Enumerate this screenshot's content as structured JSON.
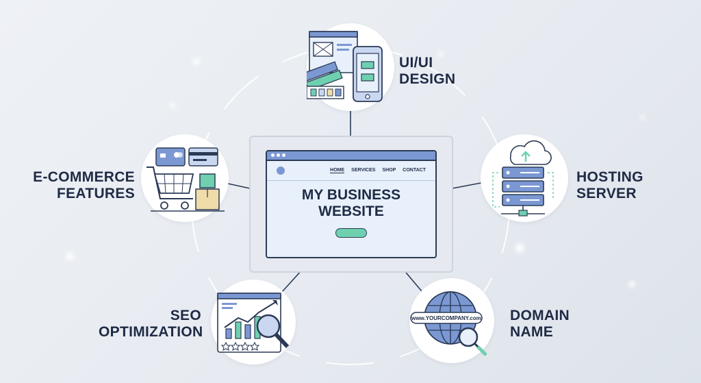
{
  "center": {
    "title_line1": "MY BUSINESS",
    "title_line2": "WEBSITE",
    "nav": [
      "HOME",
      "SERVICES",
      "SHOP",
      "CONTACT"
    ]
  },
  "nodes": {
    "design": {
      "line1": "UI/UI",
      "line2": "DESIGN"
    },
    "hosting": {
      "line1": "HOSTING",
      "line2": "SERVER"
    },
    "domain": {
      "line1": "DOMAIN",
      "line2": "NAME",
      "url": "www.YOURCOMPANY.com"
    },
    "seo": {
      "line1": "SEO",
      "line2": "OPTIMIZATION"
    },
    "ecommerce": {
      "line1": "E-COMMERCE",
      "line2": "FEATURES"
    }
  },
  "colors": {
    "ink": "#1f2b45",
    "primary_blue": "#7b98d3",
    "light_blue": "#c9d7f1",
    "mint": "#6fd0b0",
    "tan": "#f0dca8"
  }
}
